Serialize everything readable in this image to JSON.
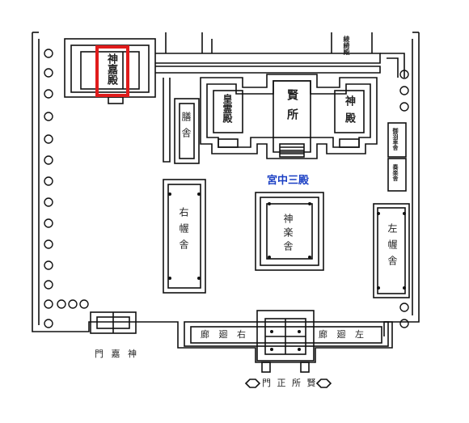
{
  "map": {
    "area_caption": "宮中三殿",
    "highlight_color": "#e01b1b",
    "caption_color": "#1a3fc4",
    "buildings": {
      "shinkaden": "神嘉殿",
      "koreiden": "皇霊殿",
      "kashikodokoro": "賢所",
      "shinden": "神殿",
      "kashiwaya": "膳舎",
      "gakuya": "神楽舎",
      "right_aku": "右幄舎",
      "left_aku": "左幄舎",
      "top_right_small": "綾綺殿",
      "side_upper": "御羽車舎",
      "side_lower": "奏楽舎"
    },
    "corridors": {
      "right": "右廻廊",
      "left": "左廻廊",
      "right_display": "廊 廻 右",
      "left_display": "廊 廻 左"
    },
    "gates": {
      "shinkamon": "神嘉門",
      "shinkamon_display": "門 嘉 神",
      "kensho_seimon": "賢所正門",
      "kensho_seimon_display": "門 正 所 賢"
    }
  }
}
